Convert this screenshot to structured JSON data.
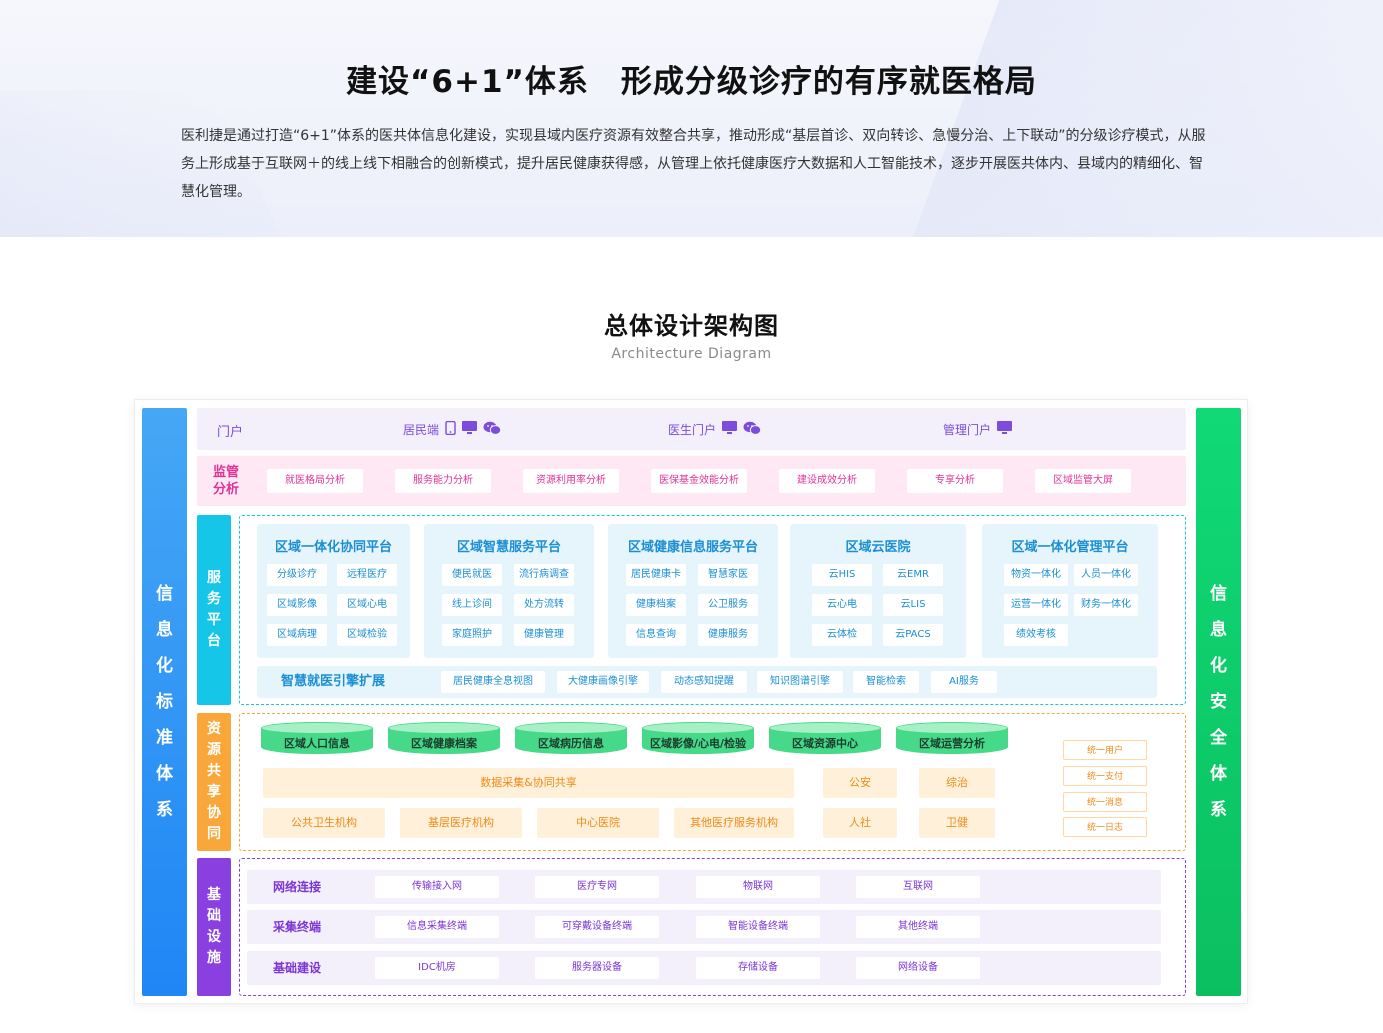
{
  "hero": {
    "title": "建设“6+1”体系　形成分级诊疗的有序就医格局",
    "desc": "医利捷是通过打造“6+1”体系的医共体信息化建设，实现县域内医疗资源有效整合共享，推动形成“基层首诊、双向转诊、急慢分治、上下联动”的分级诊疗模式，从服务上形成基于互联网＋的线上线下相融合的创新模式，提升居民健康获得感，从管理上依托健康医疗大数据和人工智能技术，逐步开展医共体内、县域内的精细化、智慧化管理。"
  },
  "section": {
    "title": "总体设计架构图",
    "subtitle": "Architecture Diagram"
  },
  "diagram": {
    "left_bar": "信息化标准体系",
    "right_bar": "信息化安全体系",
    "portal": {
      "label": "门户",
      "items": [
        {
          "label": "居民端",
          "icons": [
            "mobile-icon",
            "desktop-icon",
            "wechat-icon"
          ]
        },
        {
          "label": "医生门户",
          "icons": [
            "desktop-icon",
            "wechat-icon"
          ]
        },
        {
          "label": "管理门户",
          "icons": [
            "desktop-icon"
          ]
        }
      ]
    },
    "supervision": {
      "label": "监管分析",
      "items": [
        "就医格局分析",
        "服务能力分析",
        "资源利用率分析",
        "医保基金效能分析",
        "建设成效分析",
        "专享分析",
        "区域监管大屏"
      ]
    },
    "service": {
      "label": "服务平台",
      "cards": [
        {
          "title": "区域一体化协同平台",
          "items": [
            "分级诊疗",
            "远程医疗",
            "区域影像",
            "区域心电",
            "区域病理",
            "区域检验"
          ]
        },
        {
          "title": "区域智慧服务平台",
          "items": [
            "便民就医",
            "流行病调查",
            "线上诊间",
            "处方流转",
            "家庭照护",
            "健康管理"
          ]
        },
        {
          "title": "区域健康信息服务平台",
          "items": [
            "居民健康卡",
            "智慧家医",
            "健康档案",
            "公卫服务",
            "信息查询",
            "健康服务"
          ]
        },
        {
          "title": "区域云医院",
          "items": [
            "云HIS",
            "云EMR",
            "云心电",
            "云LIS",
            "云体检",
            "云PACS"
          ]
        },
        {
          "title": "区域一体化管理平台",
          "items": [
            "物资一体化",
            "人员一体化",
            "运营一体化",
            "财务一体化",
            "绩效考核"
          ]
        }
      ],
      "extension": {
        "title": "智慧就医引擎扩展",
        "items": [
          "居民健康全息视图",
          "大健康画像引擎",
          "动态感知提醒",
          "知识图谱引擎",
          "智能检索",
          "AI服务"
        ]
      }
    },
    "resource": {
      "label": "资源共享协同",
      "databases": [
        "区域人口信息",
        "区域健康档案",
        "区域病历信息",
        "区域影像/心电/检验",
        "区域资源中心",
        "区域运营分析"
      ],
      "collect": "数据采集&协同共享",
      "orgs": [
        "公共卫生机构",
        "基层医疗机构",
        "中心医院",
        "其他医疗服务机构"
      ],
      "partners": [
        "公安",
        "综治",
        "人社",
        "卫健"
      ],
      "unified": [
        "统一用户",
        "统一支付",
        "统一消息",
        "统一日志"
      ]
    },
    "infra": {
      "label": "基础设施",
      "rows": [
        {
          "label": "网络连接",
          "items": [
            "传输接入网",
            "医疗专网",
            "物联网",
            "互联网"
          ]
        },
        {
          "label": "采集终端",
          "items": [
            "信息采集终端",
            "可穿戴设备终端",
            "智能设备终端",
            "其他终端"
          ]
        },
        {
          "label": "基础建设",
          "items": [
            "IDC机房",
            "服务器设备",
            "存储设备",
            "网络设备"
          ]
        }
      ]
    },
    "colors": {
      "left_bar": "#2f8ff7",
      "right_bar": "#0fcf6b",
      "service": "#15c6e8",
      "resource": "#f9a63a",
      "infra": "#8a3fe0",
      "supervision": "#e0339a"
    }
  }
}
